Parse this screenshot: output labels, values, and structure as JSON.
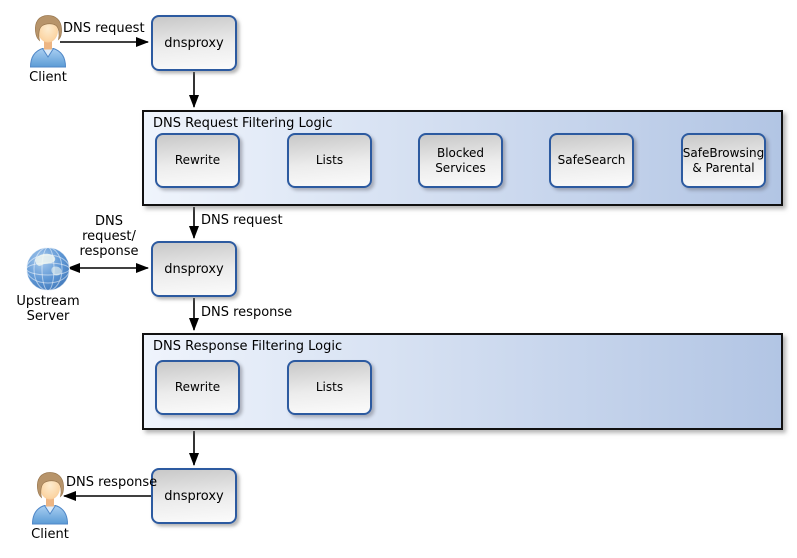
{
  "colors": {
    "node_border": "#2c5aa0",
    "node_fill_top": "#c8c8c8",
    "node_fill_bottom": "#fbfbfb",
    "container_fill_left": "#eff4fc",
    "container_fill_right": "#b2c5e4",
    "container_border": "#111111",
    "arrow": "#000000"
  },
  "actors": {
    "client_top": {
      "label": "Client"
    },
    "upstream_server": {
      "label": "Upstream Server"
    },
    "client_bottom": {
      "label": "Client"
    }
  },
  "proxies": {
    "top": {
      "label": "dnsproxy"
    },
    "middle": {
      "label": "dnsproxy"
    },
    "bottom": {
      "label": "dnsproxy"
    }
  },
  "request_pipeline": {
    "title": "DNS Request Filtering Logic",
    "steps": [
      {
        "label": "Rewrite"
      },
      {
        "label": "Lists"
      },
      {
        "label": "Blocked Services"
      },
      {
        "label": "SafeSearch"
      },
      {
        "label": "SafeBrowsing & Parental"
      }
    ]
  },
  "response_pipeline": {
    "title": "DNS Response Filtering Logic",
    "steps": [
      {
        "label": "Rewrite"
      },
      {
        "label": "Lists"
      }
    ]
  },
  "edge_labels": {
    "client_request": "DNS request",
    "filtered_request": "DNS request",
    "upstream_exchange": "DNS\nrequest/\nresponse",
    "proxy_response": "DNS response",
    "client_response": "DNS response"
  }
}
